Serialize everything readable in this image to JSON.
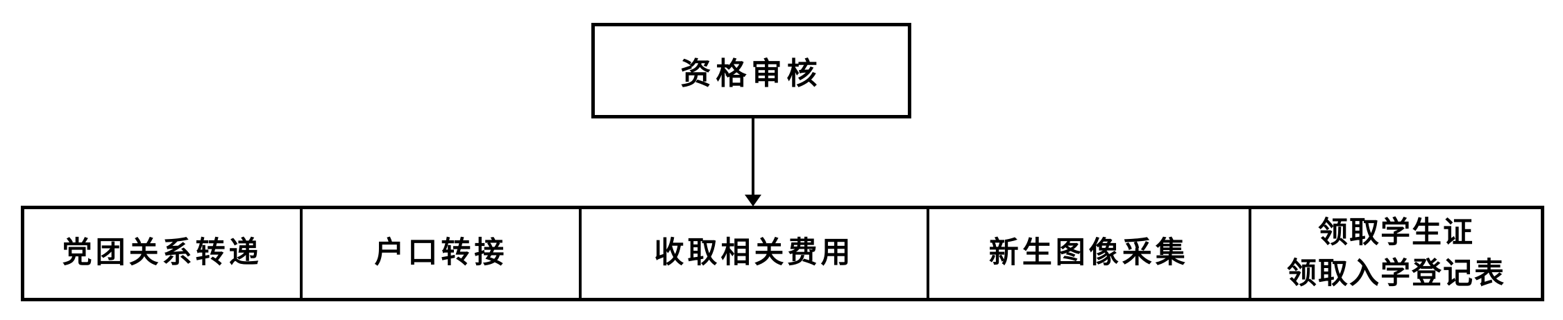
{
  "diagram": {
    "title_node": {
      "label": "资格审核"
    },
    "arrow": {
      "from": "资格审核",
      "to": "收取相关费用",
      "direction": "down"
    },
    "bottom_nodes": [
      {
        "lines": [
          "党团关系转递"
        ]
      },
      {
        "lines": [
          "户口转接"
        ]
      },
      {
        "lines": [
          "收取相关费用"
        ]
      },
      {
        "lines": [
          "新生图像采集"
        ]
      },
      {
        "lines": [
          "领取学生证",
          "领取入学登记表"
        ]
      }
    ],
    "colors": {
      "ink": "#000000",
      "background": "#ffffff"
    }
  }
}
